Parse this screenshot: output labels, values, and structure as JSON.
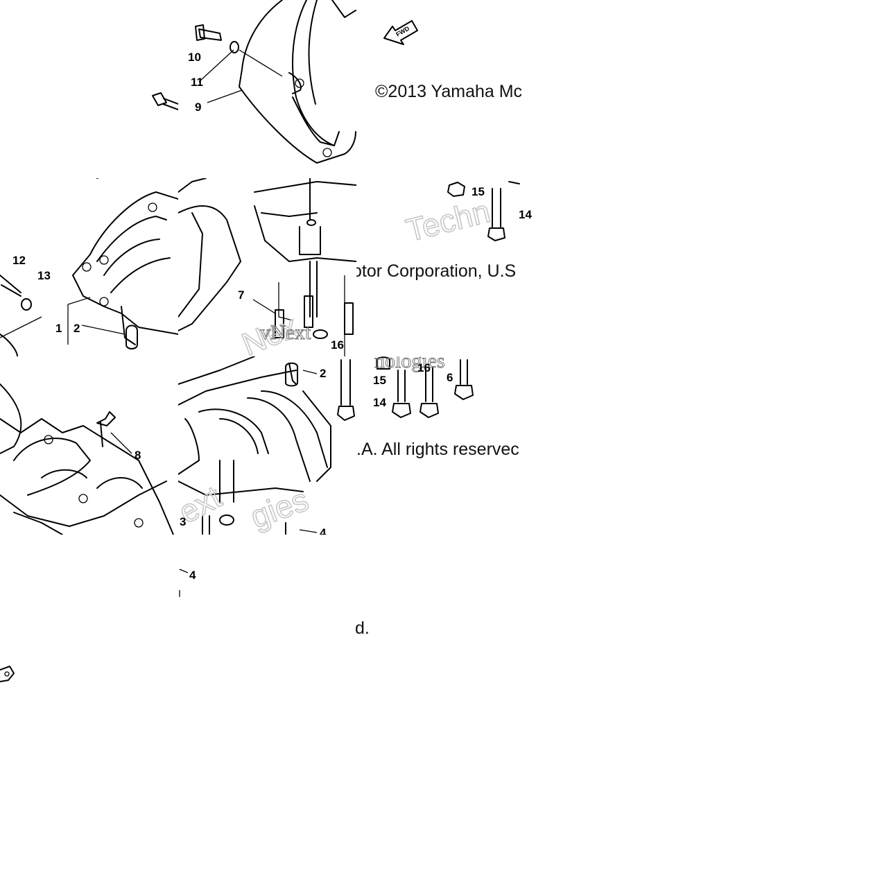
{
  "copyright": {
    "fragment_1": "©2013 Yamaha Mc",
    "fragment_2": "otor Corporation, U.S",
    "fragment_3": ".A. All rights reservec",
    "fragment_4": "d."
  },
  "watermark": {
    "fragment_1": "Techn",
    "fragment_2": "vNext",
    "fragment_3": "Nex",
    "fragment_4": "nologies",
    "fragment_5": "ext",
    "fragment_6": "gies"
  },
  "fwd_arrow": {
    "label": "FWD",
    "icon": "forward-arrow-icon"
  },
  "callouts": {
    "c10": "10",
    "c11": "11",
    "c9": "9",
    "c12": "12",
    "c13": "13",
    "c1": "1",
    "c2a": "2",
    "c15a": "15",
    "c14a": "14",
    "c7": "7",
    "c16a": "16",
    "c2b": "2",
    "c15b": "15",
    "c14b": "14",
    "c16b": "16",
    "c6": "6",
    "c8": "8",
    "c3": "3",
    "c4a": "4",
    "c4b": "4"
  }
}
